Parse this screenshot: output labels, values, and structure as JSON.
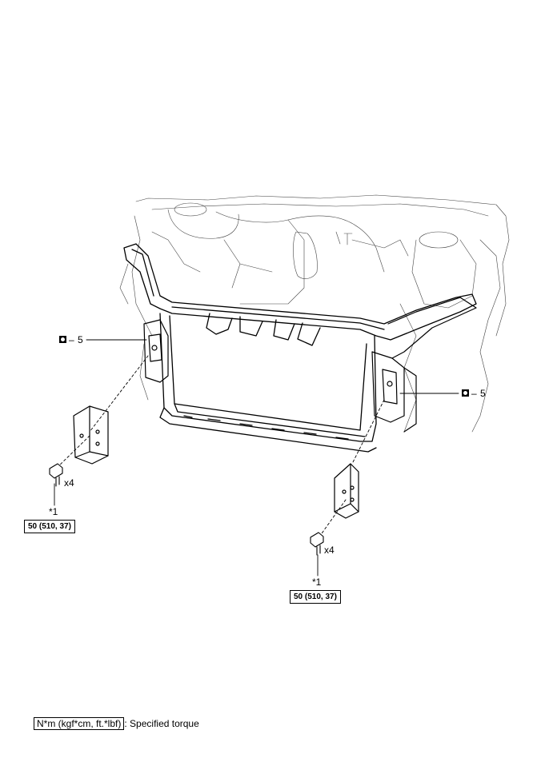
{
  "callouts": {
    "item5_left": {
      "symbol": "new-part-square-icon",
      "number": "5",
      "dash": "–"
    },
    "item5_right": {
      "symbol": "new-part-square-icon",
      "number": "5",
      "dash": "–"
    }
  },
  "fasteners": {
    "left": {
      "quantity": "x4",
      "ref": "*1",
      "torque": "50 (510, 37)"
    },
    "right": {
      "quantity": "x4",
      "ref": "*1",
      "torque": "50 (510, 37)"
    }
  },
  "legend": {
    "box_text": "N*m (kgf*cm, ft.*lbf)",
    "separator": ":",
    "description": "Specified torque"
  }
}
